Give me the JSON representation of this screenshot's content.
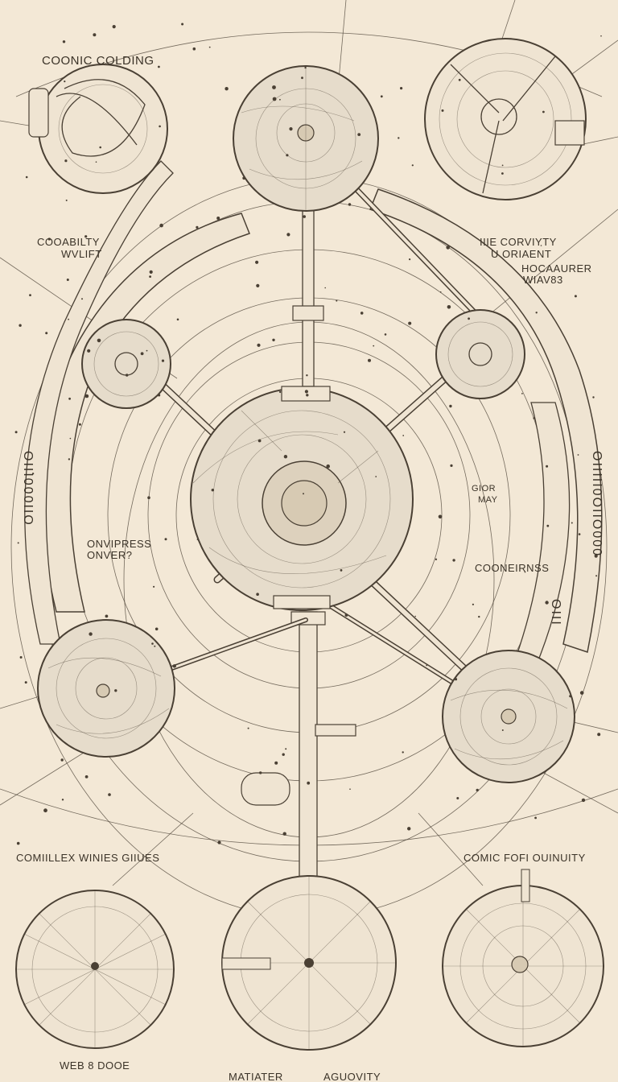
{
  "colors": {
    "background": "#f3e8d6",
    "ink": "#4a4034",
    "sphere_fill": "#e6dccb",
    "band_fill": "#efe4d2"
  },
  "labels": {
    "top_left": "COONIC COLDING",
    "left_upper_1": "COOABILTY",
    "left_upper_2": "WVLIFT",
    "right_upper_1": "IIIE CORVIYTY",
    "right_upper_2": "U ORIAENT",
    "right_upper_3": "HOCAAURER",
    "right_upper_4": "WIAV83",
    "left_middle_1": "ONVIPRESS",
    "left_middle_2": "ONVER?",
    "left_vertical": "OIII000IIO",
    "right_vertical": "OIIIII0OIIO000",
    "right_mid_small_1": "GIOR",
    "right_mid_small_2": "MAY",
    "right_middle": "COONEIRNSS",
    "right_lower_vertical": "OIII",
    "bottom_left_title": "COMIILLEX WINIES GIIUES",
    "bottom_right_title": "COMIC FOFI OUINUITY",
    "bottom_left_caption": "WEB 8 DOOE",
    "bottom_center_caption_1": "MATIATER",
    "bottom_center_caption_2": "AGUOVITY"
  }
}
